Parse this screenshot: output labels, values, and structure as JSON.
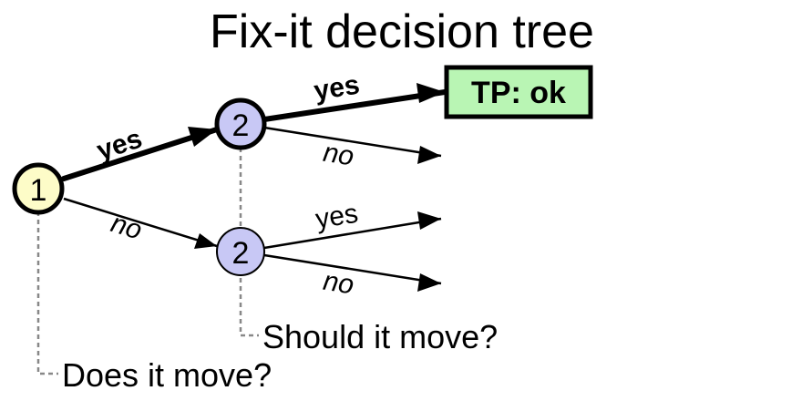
{
  "title": "Fix-it decision tree",
  "nodes": {
    "root": {
      "label": "1",
      "fill": "#fdfcc8"
    },
    "upper": {
      "label": "2",
      "fill": "#c8c8f5"
    },
    "lower": {
      "label": "2",
      "fill": "#c8c8f5"
    }
  },
  "edges": {
    "root_yes": "yes",
    "root_no": "no",
    "upper_yes": "yes",
    "upper_no": "no",
    "lower_yes": "yes",
    "lower_no": "no"
  },
  "result": {
    "label": "TP: ok",
    "fill": "#b9f5b4"
  },
  "questions": {
    "q1": "Does it move?",
    "q2": "Should it move?"
  },
  "colors": {
    "stroke": "#000000",
    "guide": "#888888"
  }
}
